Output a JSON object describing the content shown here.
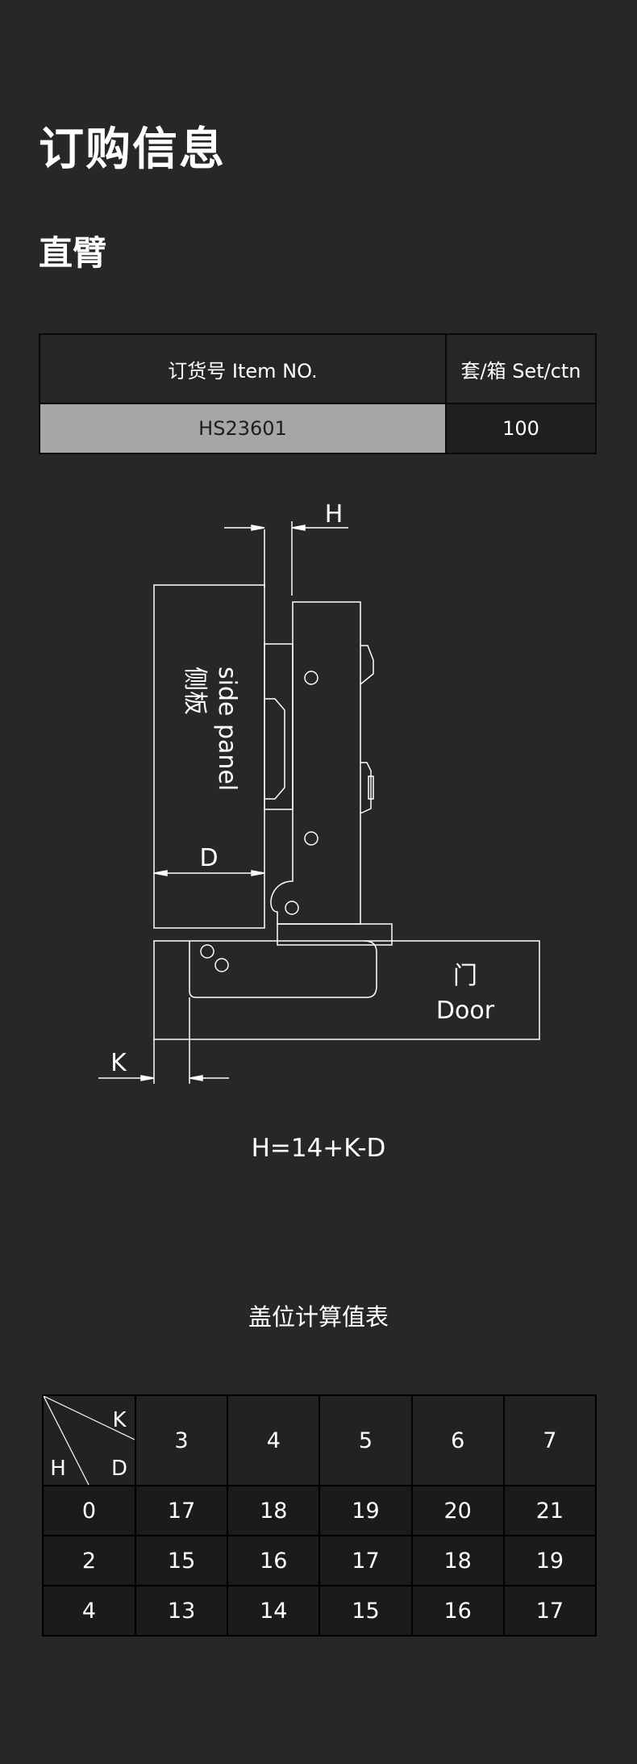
{
  "page_title": "订购信息",
  "section_title": "直臂",
  "order_table": {
    "header_item": "订货号  Item NO.",
    "header_qty": "套/箱  Set/ctn",
    "item_no": "HS23601",
    "qty": "100"
  },
  "diagram": {
    "label_h": "H",
    "label_d": "D",
    "label_k": "K",
    "side_panel_cn": "侧板",
    "side_panel_en": "side panel",
    "door_cn": "门",
    "door_en": "Door"
  },
  "formula": "H=14+K-D",
  "calc_table": {
    "title": "盖位计算值表",
    "corner_k": "K",
    "corner_h": "H",
    "corner_d": "D",
    "k_values": [
      "3",
      "4",
      "5",
      "6",
      "7"
    ],
    "rows": [
      {
        "h": "0",
        "d": [
          "17",
          "18",
          "19",
          "20",
          "21"
        ]
      },
      {
        "h": "2",
        "d": [
          "15",
          "16",
          "17",
          "18",
          "19"
        ]
      },
      {
        "h": "4",
        "d": [
          "13",
          "14",
          "15",
          "16",
          "17"
        ]
      }
    ]
  }
}
